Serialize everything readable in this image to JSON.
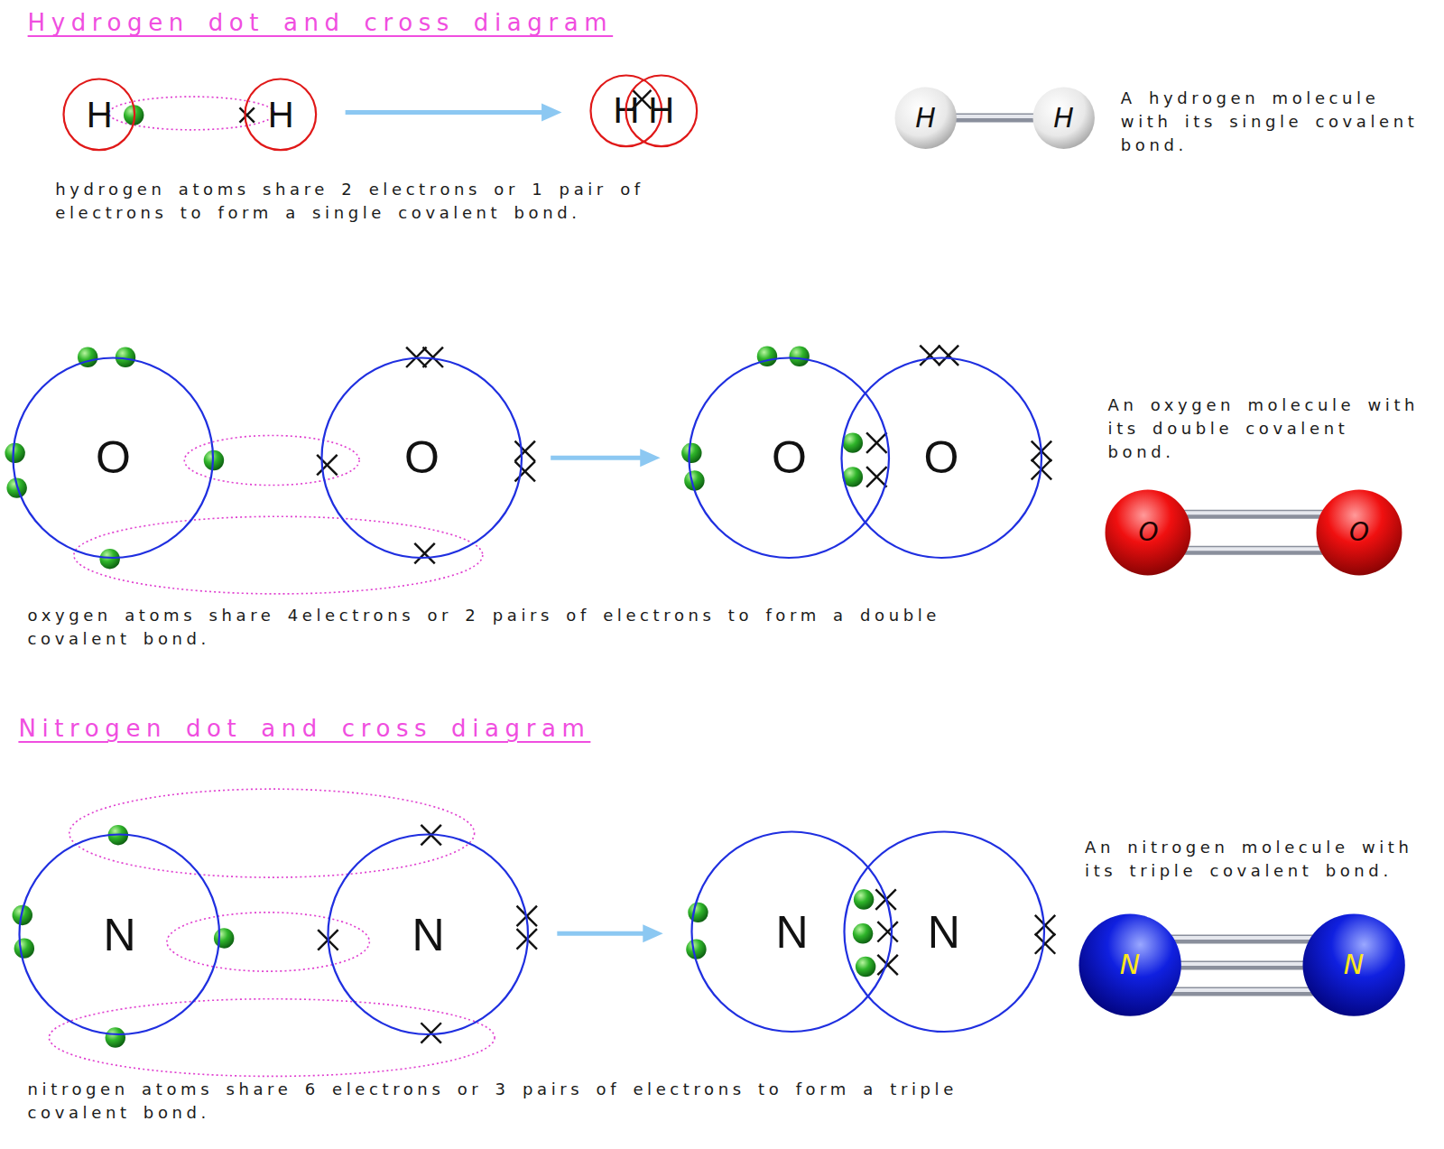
{
  "diagram": {
    "title": "Hydrogen dot and cross diagram",
    "nodes": [
      {
        "text": [
          "H"
        ]
      },
      {
        "text": [
          "H"
        ]
      },
      {
        "text": [
          "H"
        ]
      },
      {
        "text": [
          "H"
        ]
      },
      {
        "text": [
          "H"
        ]
      },
      {
        "text": [
          "H"
        ]
      },
      {
        "text": [
          "O"
        ]
      },
      {
        "text": [
          "O"
        ]
      },
      {
        "text": [
          "O"
        ]
      },
      {
        "text": [
          "O"
        ]
      },
      {
        "text": [
          "O"
        ]
      },
      {
        "text": [
          "O"
        ]
      },
      {
        "text": [
          "N"
        ]
      },
      {
        "text": [
          "N"
        ]
      },
      {
        "text": [
          "N"
        ]
      },
      {
        "text": [
          "N"
        ]
      },
      {
        "text": [
          "N"
        ]
      },
      {
        "text": [
          "N"
        ]
      }
    ],
    "edges": [
      {
        "from": 1,
        "to": 2,
        "arrow": "to"
      },
      {
        "from": 4,
        "to": 5,
        "arrow": "none"
      },
      {
        "from": 7,
        "to": 8,
        "arrow": "to"
      },
      {
        "from": 10,
        "to": 11,
        "arrow": "none"
      },
      {
        "from": 13,
        "to": 14,
        "arrow": "to"
      },
      {
        "from": 16,
        "to": 17,
        "arrow": "none"
      }
    ],
    "labels": [
      "A hydrogen molecule with its single covalent bond.",
      "hydrogen atoms share 2 electrons or 1 pair of electrons to form a single covalent bond.",
      "An oxygen molecule with its double covalent bond.",
      "oxygen atoms share 4electrons or 2 pairs of electrons to form a double covalent bond.",
      "Nitrogen dot and cross diagram",
      "An nitrogen molecule with its triple covalent bond.",
      "nitrogen atoms share 6 electrons or 3 pairs of electrons to form a triple covalent bond."
    ]
  }
}
